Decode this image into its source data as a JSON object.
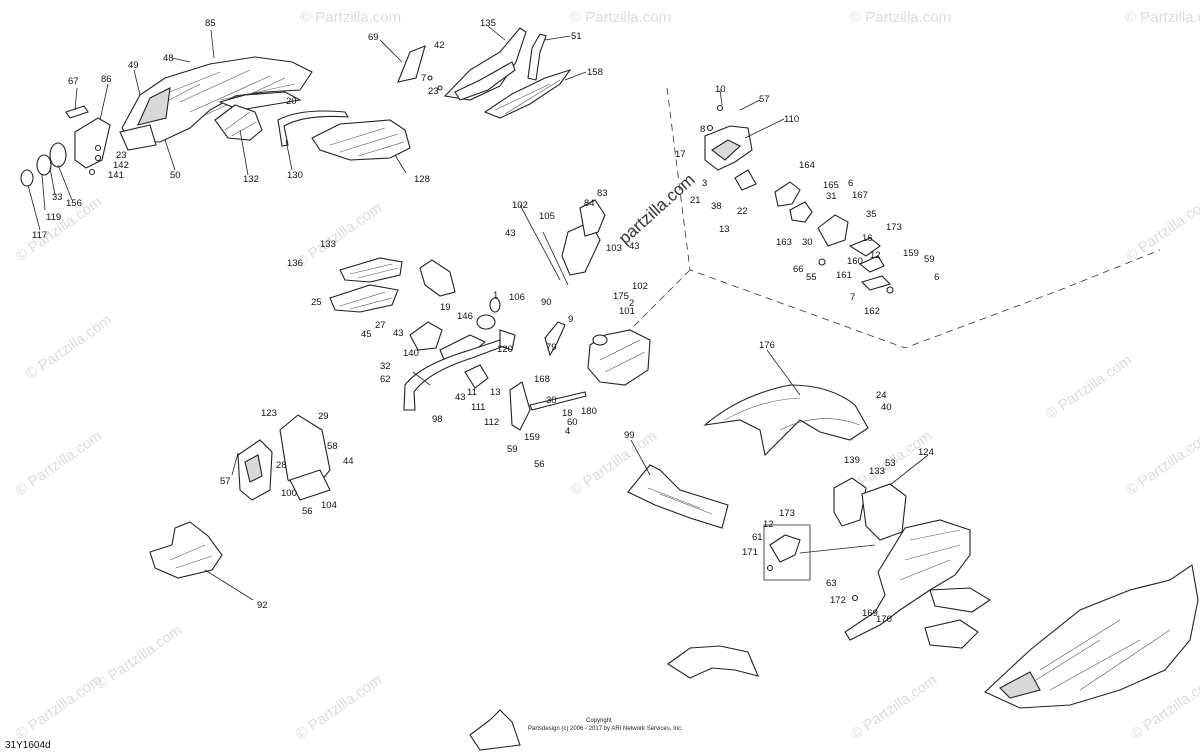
{
  "watermark": {
    "text": "© Partzilla.com",
    "center_text": "partzilla.com"
  },
  "copyright": {
    "line1": "Copyright",
    "line2": "Partsdesign (c) 2006 - 2017 by ARI Network Services, Inc."
  },
  "reference_code": "31Y1604d",
  "callouts": [
    "85",
    "48",
    "49",
    "86",
    "67",
    "23",
    "142",
    "141",
    "156",
    "33",
    "119",
    "117",
    "50",
    "20",
    "132",
    "130",
    "128",
    "69",
    "42",
    "7",
    "23",
    "135",
    "51",
    "158",
    "10",
    "57",
    "8",
    "110",
    "17",
    "3",
    "21",
    "38",
    "22",
    "13",
    "164",
    "165",
    "31",
    "6",
    "167",
    "35",
    "173",
    "16",
    "30",
    "163",
    "12",
    "159",
    "59",
    "160",
    "66",
    "55",
    "161",
    "7",
    "6",
    "162",
    "83",
    "84",
    "105",
    "102",
    "43",
    "103",
    "43",
    "102",
    "175",
    "1",
    "106",
    "101",
    "2",
    "9",
    "90",
    "79",
    "133",
    "136",
    "25",
    "45",
    "27",
    "19",
    "43",
    "140",
    "146",
    "120",
    "32",
    "62",
    "98",
    "43",
    "11",
    "13",
    "111",
    "112",
    "168",
    "30",
    "18",
    "180",
    "60",
    "4",
    "159",
    "59",
    "56",
    "176",
    "24",
    "40",
    "123",
    "29",
    "58",
    "44",
    "57",
    "28",
    "100",
    "56",
    "104",
    "99",
    "139",
    "133",
    "53",
    "124",
    "173",
    "12",
    "61",
    "171",
    "63",
    "172",
    "169",
    "170",
    "92"
  ]
}
